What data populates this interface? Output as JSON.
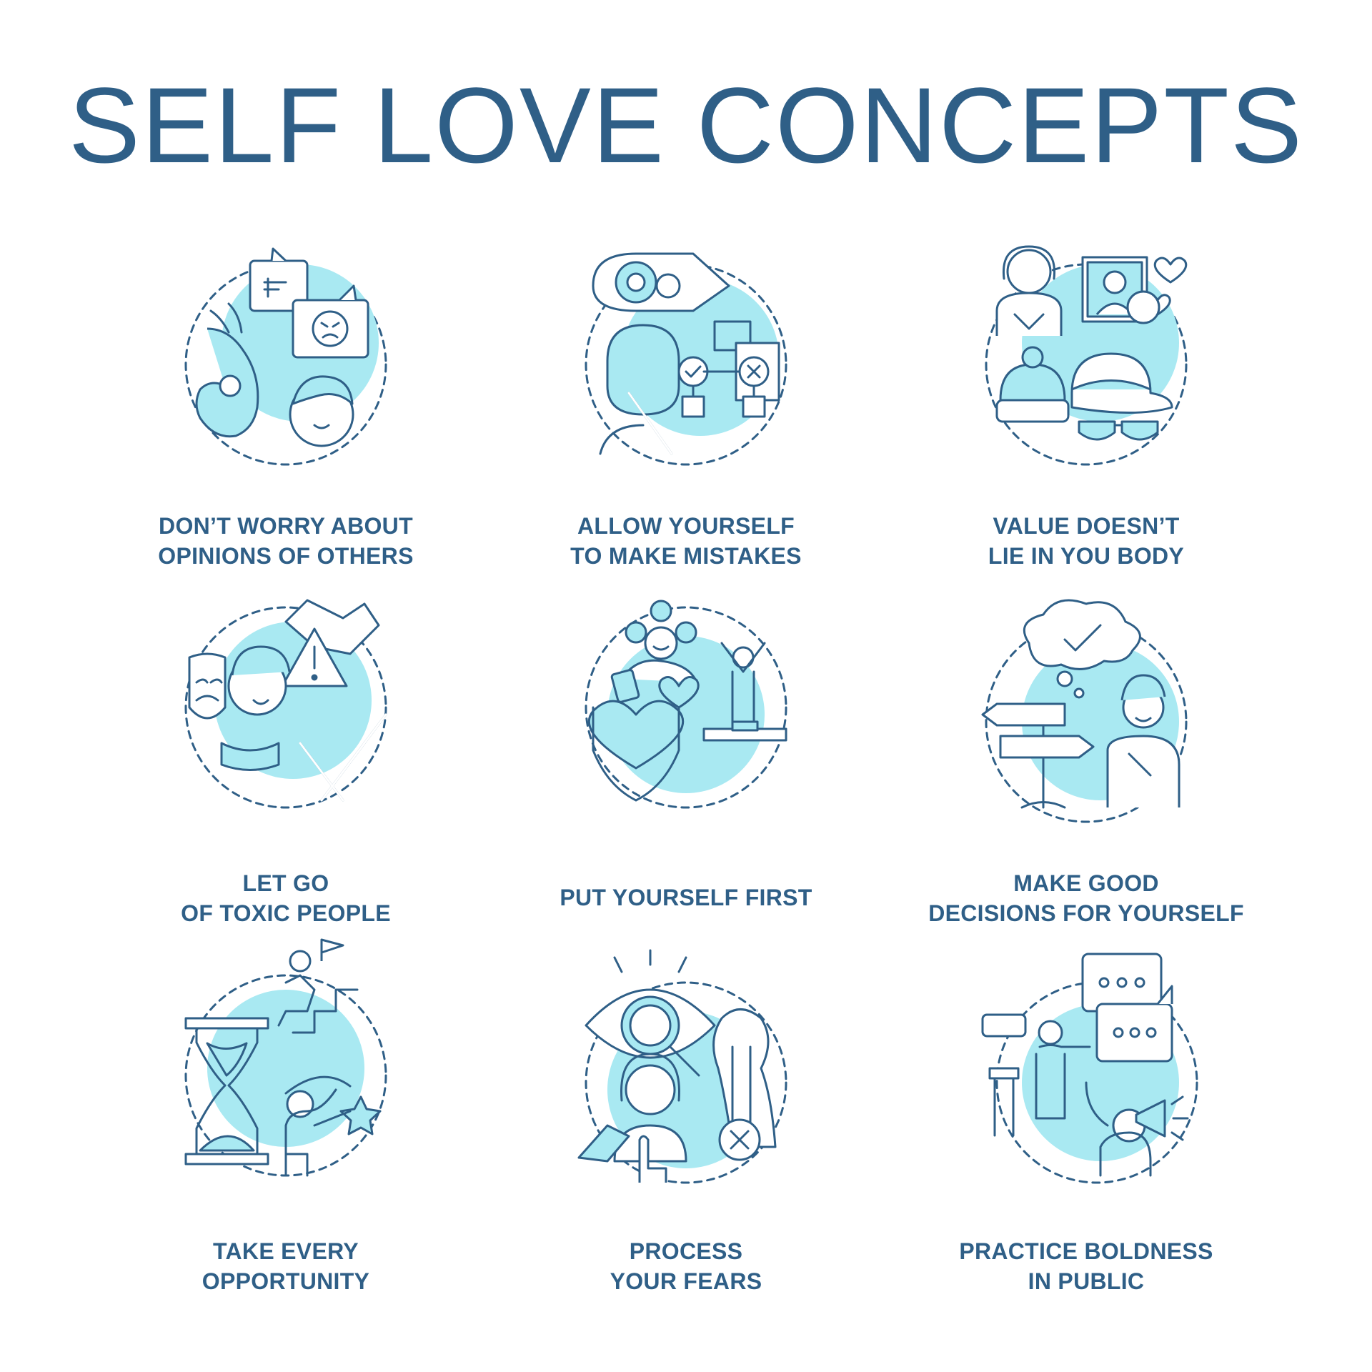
{
  "title": "SELF LOVE CONCEPTS",
  "colors": {
    "navy": "#2f5f87",
    "aqua": "#a9e9f2",
    "text": "#2f5f87"
  },
  "items": [
    {
      "line1": "DON’T WORRY ABOUT",
      "line2": "OPINIONS OF OTHERS",
      "icon": "ok-hand-angry-comment-icon"
    },
    {
      "line1": "ALLOW YOURSELF",
      "line2": "TO MAKE MISTAKES",
      "icon": "correction-tape-flowchart-icon"
    },
    {
      "line1": "VALUE DOESN’T",
      "line2": "LIE IN YOU BODY",
      "icon": "woman-portrait-hat-glasses-icon"
    },
    {
      "line1": "LET GO",
      "line2": "OF TOXIC PEOPLE",
      "icon": "mask-warning-crossed-hands-icon"
    },
    {
      "line1": "PUT YOURSELF FIRST",
      "line2": "",
      "icon": "heart-in-hands-winner-icon"
    },
    {
      "line1": "MAKE GOOD",
      "line2": "DECISIONS FOR YOURSELF",
      "icon": "thought-check-signpost-icon"
    },
    {
      "line1": "TAKE EVERY",
      "line2": "OPPORTUNITY",
      "icon": "hourglass-climber-star-icon"
    },
    {
      "line1": "PROCESS",
      "line2": "YOUR FEARS",
      "icon": "eye-magnifier-fear-icon"
    },
    {
      "line1": "PRACTICE BOLDNESS",
      "line2": "IN PUBLIC",
      "icon": "speaker-megaphone-chat-icon"
    }
  ]
}
